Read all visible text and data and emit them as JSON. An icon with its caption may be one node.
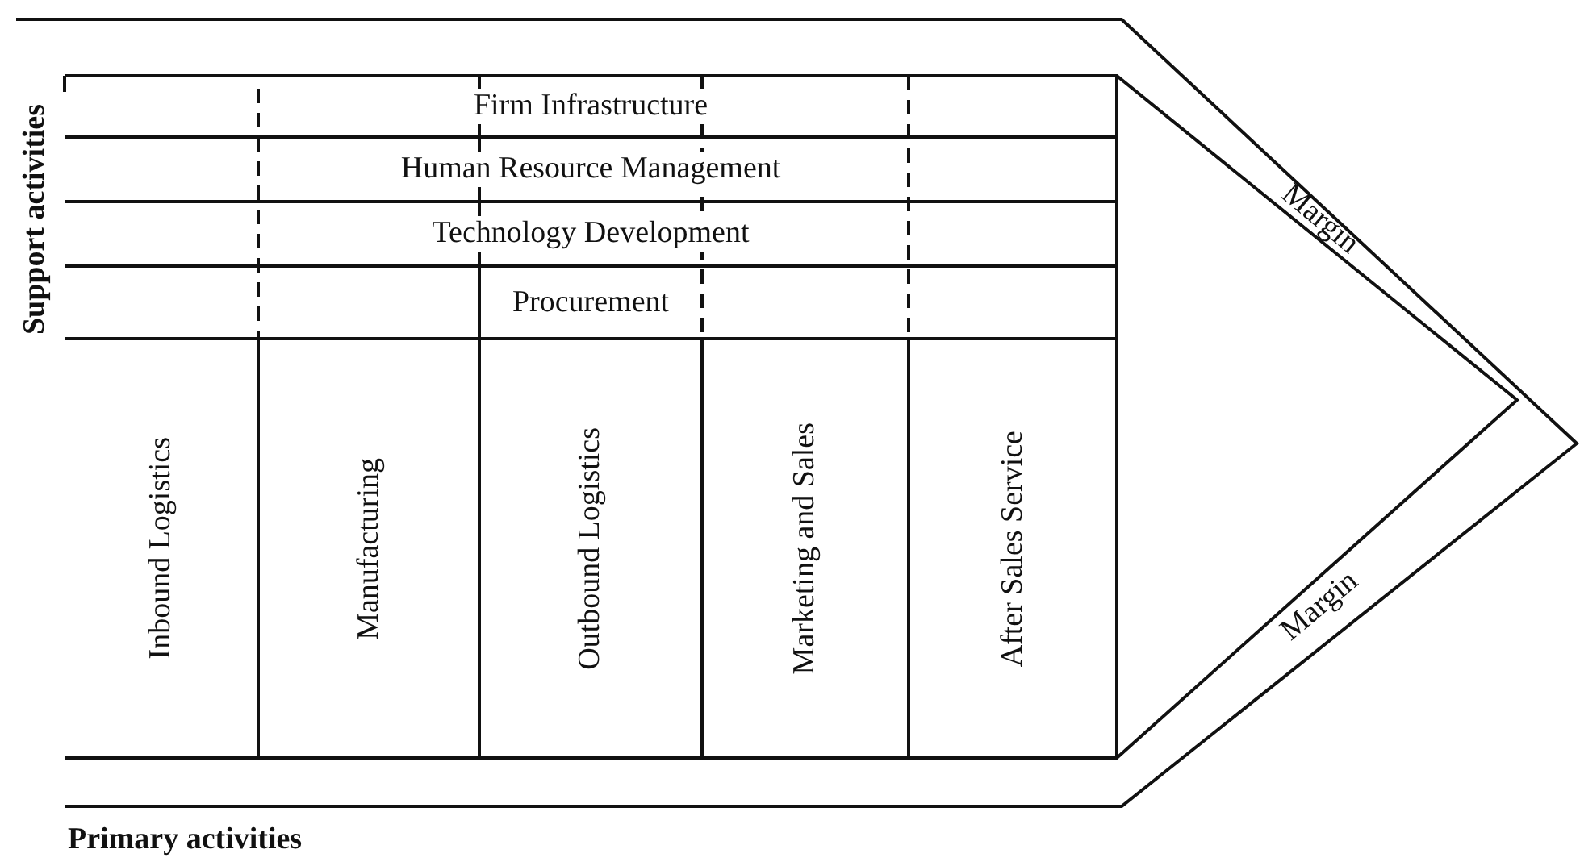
{
  "diagram": {
    "nodes": [
      {
        "text": [
          "Firm Infrastructure"
        ]
      },
      {
        "text": [
          "Human Resource Management"
        ]
      },
      {
        "text": [
          "Technology Development"
        ]
      },
      {
        "text": [
          "Procurement"
        ]
      },
      {
        "text": [
          "Inbound Logistics"
        ]
      },
      {
        "text": [
          "Manufacturing"
        ]
      },
      {
        "text": [
          "Outbound Logistics"
        ]
      },
      {
        "text": [
          "Marketing and Sales"
        ]
      },
      {
        "text": [
          "After Sales Service"
        ]
      }
    ],
    "labels": [
      "Support activities",
      "Margin",
      "Margin",
      "Primary activities"
    ]
  }
}
